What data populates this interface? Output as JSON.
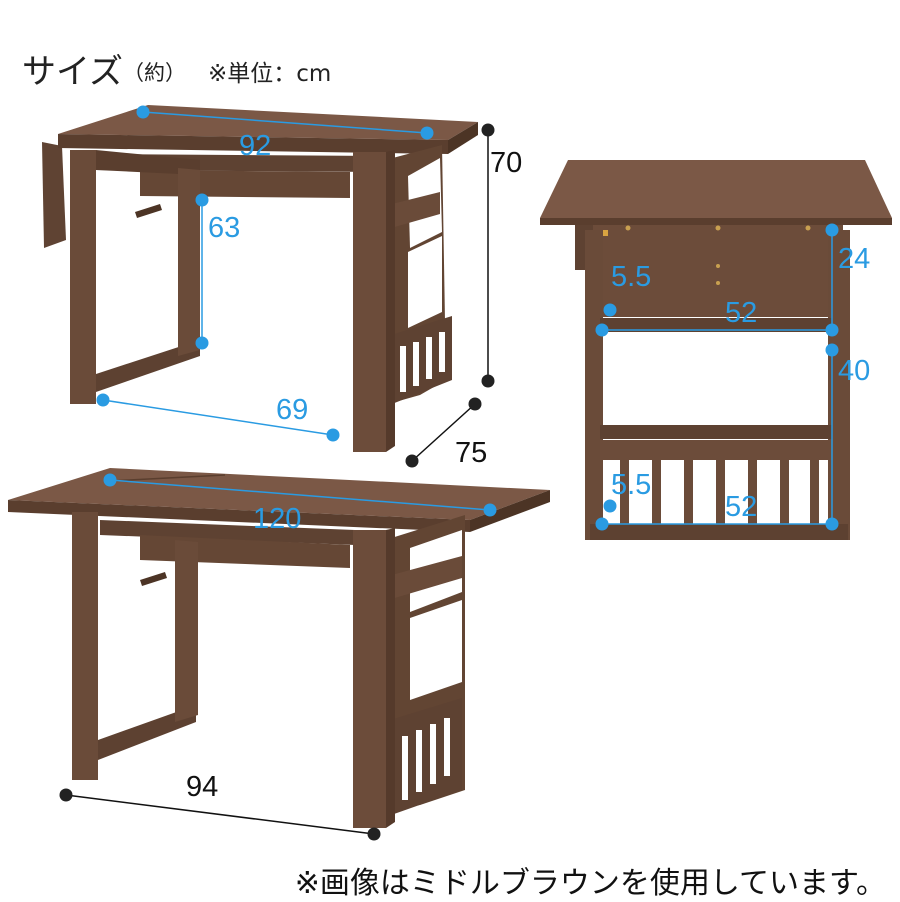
{
  "header": {
    "title": "サイズ",
    "approx": "（約）",
    "unit_note": "※単位：cm"
  },
  "footer_note": "※画像はミドルブラウンを使用しています。",
  "colors": {
    "wood": "#6f4e3b",
    "wood_dark": "#5a3e2e",
    "wood_top": "#7a5846",
    "measure_blue": "#2a9be2",
    "measure_black": "#111111"
  },
  "dimensions": {
    "closed_width": "92",
    "height": "70",
    "inner_height": "63",
    "inner_width": "69",
    "depth": "75",
    "open_width": "120",
    "base_width": "94",
    "side_top_section": "24",
    "side_shelf_gap_top": "5.5",
    "side_shelf_width_top": "52",
    "side_mid_height": "40",
    "side_shelf_gap_bottom": "5.5",
    "side_shelf_width_bottom": "52"
  }
}
